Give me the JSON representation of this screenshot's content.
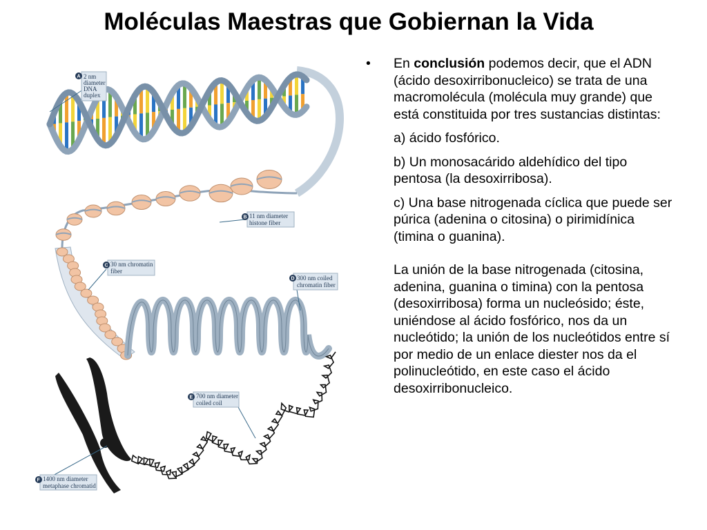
{
  "title": "Moléculas Maestras que Gobiernan la Vida",
  "bullet_symbol": "•",
  "paragraphs": {
    "intro_prefix": "En ",
    "intro_bold": "conclusión",
    "intro_rest": " podemos decir, que el ADN (ácido desoxirribonucleico) se trata de una macromolécula (molécula muy grande) que está constituida por tres sustancias distintas:",
    "item_a": "a) ácido fosfórico.",
    "item_b": "b) Un monosacárido aldehídico del tipo pentosa (la desoxirribosa).",
    "item_c": "c) Una base nitrogenada cíclica que puede ser púrica (adenina o citosina) o pirimidínica (timina o guanina).",
    "closing": "La unión de la base nitrogenada (citosina, adenina, guanina o timina) con la pentosa (desoxirribosa) forma un nucleósido; éste, uniéndose al ácido fosfórico, nos da un nucleótido; la unión de los nucleótidos entre sí por medio de un enlace diester nos da el polinucleótido, en este caso el ácido desoxirribonucleico."
  },
  "diagram": {
    "label_a": {
      "letter": "A",
      "lines": [
        "2 nm",
        "diameter",
        "DNA",
        "duplex"
      ]
    },
    "label_b": {
      "letter": "B",
      "lines": [
        "11 nm diameter",
        "histone fiber"
      ]
    },
    "label_c": {
      "letter": "C",
      "lines": [
        "30 nm chromatin",
        "fiber"
      ]
    },
    "label_d": {
      "letter": "D",
      "lines": [
        "300 nm coiled",
        "chromatin fiber"
      ]
    },
    "label_e": {
      "letter": "E",
      "lines": [
        "700 nm diameter",
        "coiled coil"
      ]
    },
    "label_f": {
      "letter": "F",
      "lines": [
        "1400 nm diameter",
        "metaphase chromatid"
      ]
    }
  },
  "colors": {
    "helix_backbone": "#8ea3b8",
    "base_blue": "#2a74c4",
    "base_green": "#6aa84f",
    "base_orange": "#f0a030",
    "base_yellow": "#f2d43a",
    "nucleosome": "#f2c4a4",
    "fiber": "#9fb1c2",
    "chromosome": "#1a1a1a",
    "label_box": "#dde6ef",
    "label_badge": "#243a57"
  }
}
